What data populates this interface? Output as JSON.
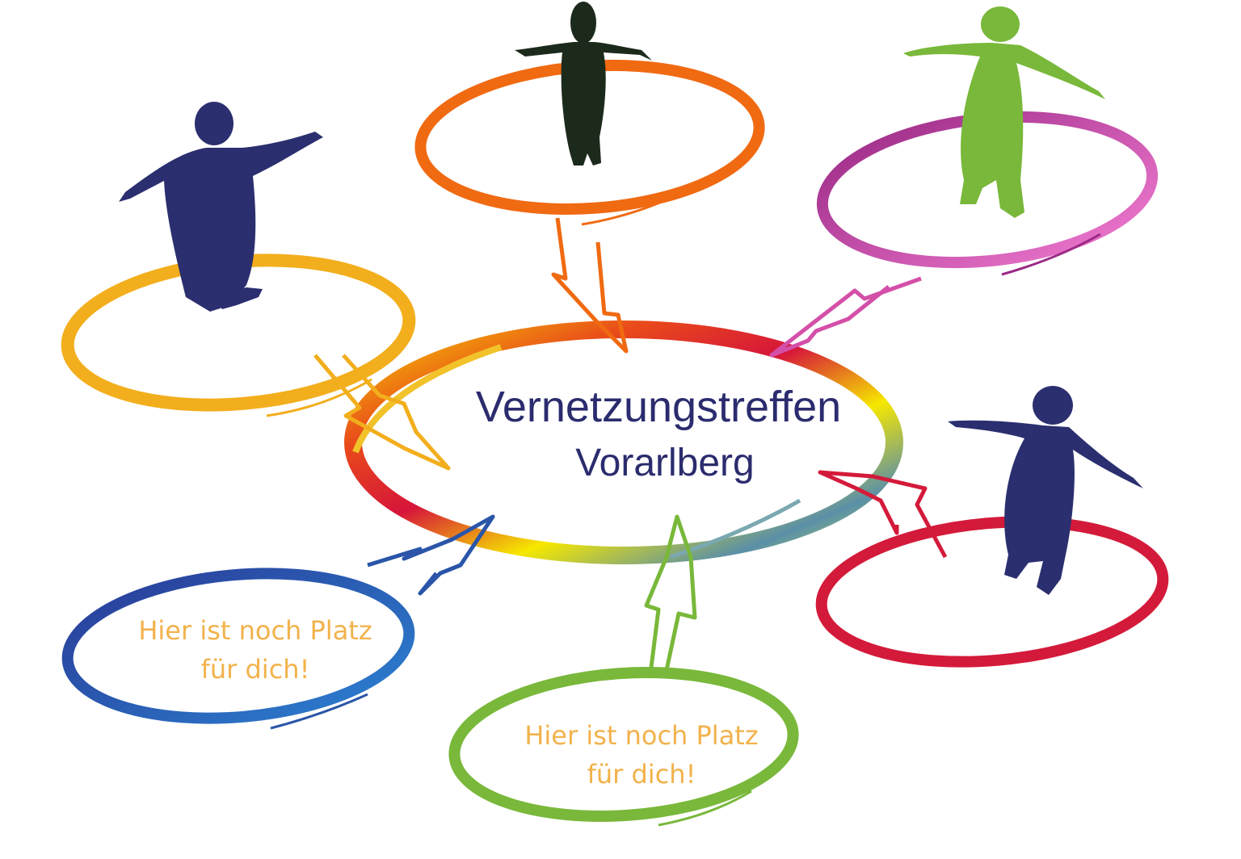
{
  "center": {
    "title_line1": "Vernetzungstreffen",
    "title_line2": "Vorarlberg",
    "text_color": "#2b2c6e"
  },
  "placeholders": [
    {
      "line1": "Hier ist noch Platz",
      "line2": "für dich!"
    },
    {
      "line1": "Hier ist noch Platz",
      "line2": "für dich!"
    }
  ],
  "colors": {
    "placeholder_text": "#f2b24b",
    "orange": "#f06a12",
    "yellow": "#f2ae1c",
    "pink": "#d44fa8",
    "red": "#d41a3a",
    "blue": "#2a55a8",
    "green": "#79b83a",
    "figure_navy": "#2b2f6f",
    "figure_dark": "#1c2a1c",
    "figure_green": "#79b83a"
  },
  "icons": [
    "person-icon",
    "arrow-icon"
  ]
}
